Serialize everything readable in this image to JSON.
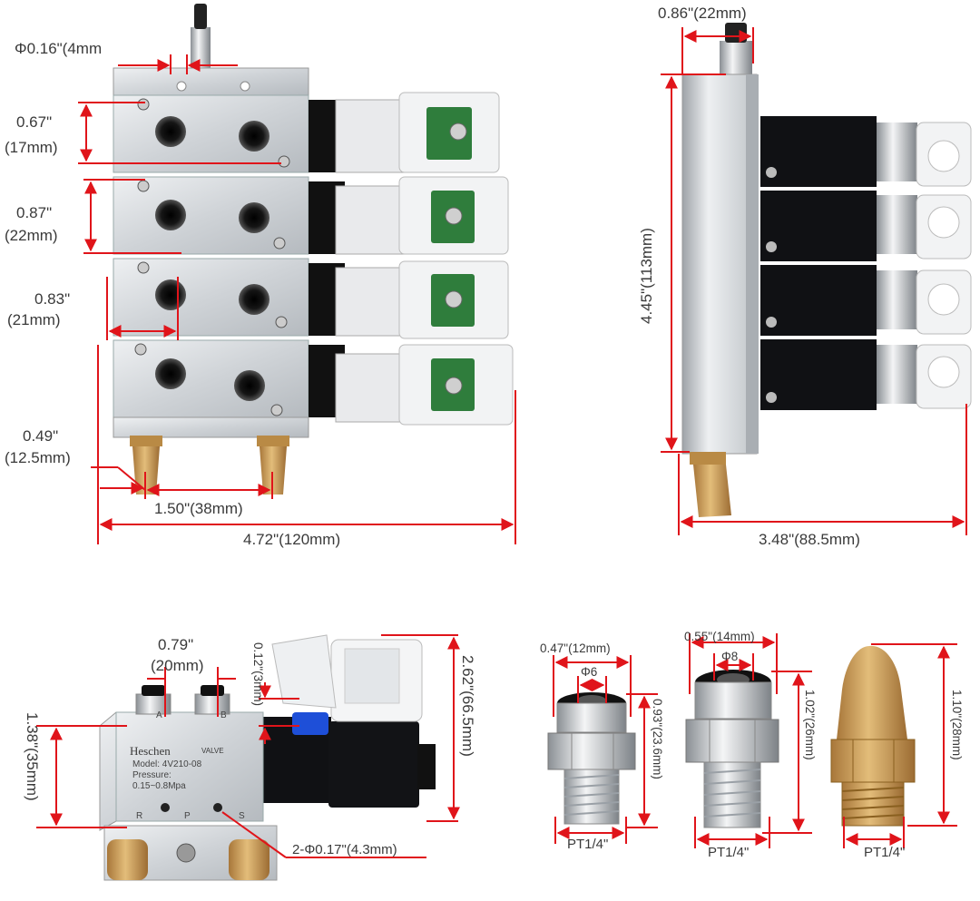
{
  "colors": {
    "dimension_line": "#e0141a",
    "aluminum": "#d5d8dc",
    "solenoid": "#101114",
    "brass": "#c89a4e",
    "pcb": "#2f7d3c"
  },
  "top_left_view": {
    "port_diameter": "Φ0.16\"(4mm",
    "pitch_17_in": "0.67\"",
    "pitch_17_mm": "(17mm)",
    "pitch_22_in": "0.87\"",
    "pitch_22_mm": "(22mm)",
    "offset_21_in": "0.83\"",
    "offset_21_mm": "(21mm)",
    "offset_125_in": "0.49\"",
    "offset_125_mm": "(12.5mm)",
    "muffler_spacing": "1.50\"(38mm)",
    "total_length": "4.72\"(120mm)"
  },
  "top_right_view": {
    "fitting_width": "0.86\"(22mm)",
    "height": "4.45\"(113mm)",
    "depth": "3.48\"(88.5mm)"
  },
  "single_valve_view": {
    "port_spacing_in": "0.79\"",
    "port_spacing_mm": "(20mm)",
    "small_gap": "0.12\"(3mm)",
    "total_height": "2.62\"(66.5mm)",
    "body_height": "1.38\"(35mm)",
    "mount_holes": "2-Φ0.17\"(4.3mm)",
    "label_brand": "Heschen",
    "label_valve": "VALVE",
    "label_model": "Model: 4V210-08",
    "label_pressure": "Pressure:",
    "label_pressure_range": "0.15~0.8Mpa",
    "label_r": "R",
    "label_p": "P",
    "label_s": "S",
    "label_a": "A",
    "label_b": "B"
  },
  "fitting_6mm": {
    "outer": "0.47\"(12mm)",
    "inner": "Φ6",
    "height": "0.93\"(23.6mm)",
    "thread": "PT1/4\""
  },
  "fitting_8mm": {
    "outer": "0.55\"(14mm)",
    "inner": "Φ8",
    "height": "1.02\"(26mm)",
    "thread": "PT1/4\""
  },
  "muffler": {
    "height": "1.10\"(28mm)",
    "thread": "PT1/4\""
  }
}
